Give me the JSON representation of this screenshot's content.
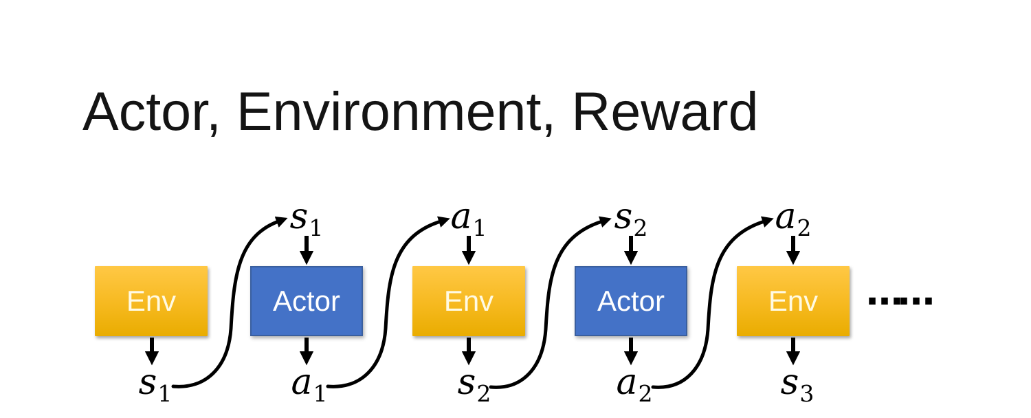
{
  "title": "Actor, Environment, Reward",
  "colors": {
    "background": "#FFFFFF",
    "title_text": "#141414",
    "env_gradient_top": "#FFC845",
    "env_gradient_bottom": "#E9AC00",
    "env_text": "#FFFAE3",
    "actor_fill": "#4472C7",
    "actor_border": "#3A5F9E",
    "actor_text": "#FFFFFF",
    "arrow": "#000000",
    "flow_label_text": "#000000"
  },
  "diagram": {
    "nodes": [
      {
        "label": "Env",
        "type": "environment"
      },
      {
        "label": "Actor",
        "type": "actor"
      },
      {
        "label": "Env",
        "type": "environment"
      },
      {
        "label": "Actor",
        "type": "actor"
      },
      {
        "label": "Env",
        "type": "environment"
      }
    ],
    "top_labels": [
      {
        "base": "s",
        "sub": "1"
      },
      {
        "base": "a",
        "sub": "1"
      },
      {
        "base": "s",
        "sub": "2"
      },
      {
        "base": "a",
        "sub": "2"
      }
    ],
    "bottom_labels": [
      {
        "base": "s",
        "sub": "1"
      },
      {
        "base": "a",
        "sub": "1"
      },
      {
        "base": "s",
        "sub": "2"
      },
      {
        "base": "a",
        "sub": "2"
      },
      {
        "base": "s",
        "sub": "3"
      }
    ],
    "ellipsis": "……"
  }
}
